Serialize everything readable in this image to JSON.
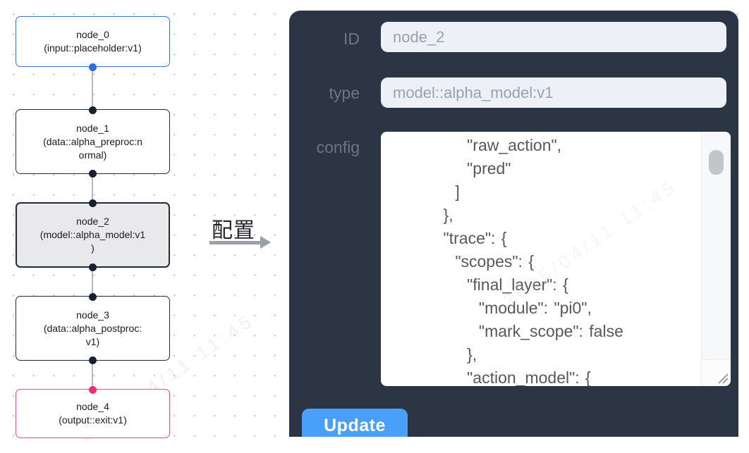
{
  "graph": {
    "nodes": [
      {
        "id": "node_0",
        "lines": [
          "node_0",
          "(input::placeholder:v1)"
        ],
        "border_color": "#3d6fd2",
        "bg": "#ffffff",
        "out_port_color": "#2f6bdb"
      },
      {
        "id": "node_1",
        "lines": [
          "node_1",
          "(data::alpha_preproc:n",
          "ormal)"
        ],
        "border_color": "#222b3a",
        "bg": "#ffffff",
        "in_port_color": "#17202e",
        "out_port_color": "#17202e"
      },
      {
        "id": "node_2",
        "lines": [
          "node_2",
          "(model::alpha_model:v1",
          ")"
        ],
        "border_color": "#222b3a",
        "bg": "#e9e9ec",
        "selected": true,
        "in_port_color": "#17202e",
        "out_port_color": "#17202e"
      },
      {
        "id": "node_3",
        "lines": [
          "node_3",
          "(data::alpha_postproc:",
          "v1)"
        ],
        "border_color": "#222b3a",
        "bg": "#ffffff",
        "in_port_color": "#17202e",
        "out_port_color": "#17202e"
      },
      {
        "id": "node_4",
        "lines": [
          "node_4",
          "(output::exit:v1)"
        ],
        "border_color": "#ec4d87",
        "bg": "#ffffff",
        "in_port_color": "#ec2f7d"
      }
    ],
    "edge_color": "#b7bac1"
  },
  "annotation": {
    "label": "配置",
    "arrow_color": "#9aa0a6"
  },
  "panel": {
    "bg": "#2c3544",
    "id_field": {
      "label": "ID",
      "value": "node_2"
    },
    "type_field": {
      "label": "type",
      "value": "model::alpha_model:v1"
    },
    "config_field": {
      "label": "config",
      "value": "        \"raw_action\",\n        \"pred\"\n      ]\n    },\n    \"trace\": {\n      \"scopes\": {\n        \"final_layer\": {\n          \"module\": \"pi0\",\n          \"mark_scope\": false\n        },\n        \"action_model\": {"
    },
    "update_button": {
      "label": "Update",
      "color": "#4aa0f8"
    }
  },
  "watermark": {
    "text": "2025/04/11 11:45"
  }
}
